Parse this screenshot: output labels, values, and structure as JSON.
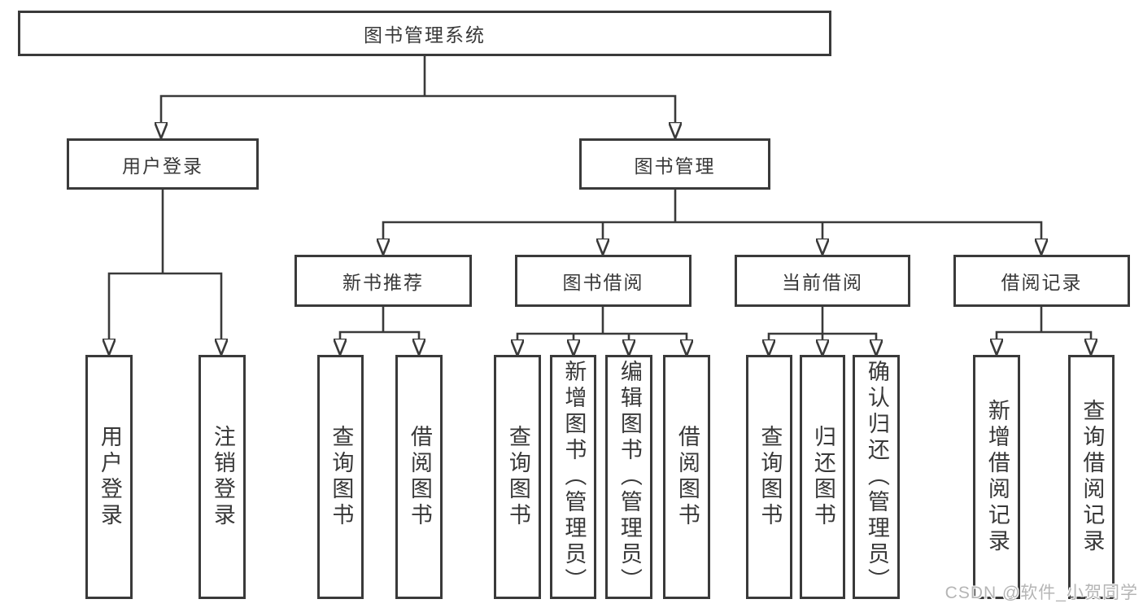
{
  "diagram": {
    "root": {
      "label": "图书管理系统"
    },
    "level2": {
      "user_login": {
        "label": "用户登录"
      },
      "book_mgmt": {
        "label": "图书管理"
      }
    },
    "level3": {
      "new_book_rec": {
        "label": "新书推荐"
      },
      "book_borrow": {
        "label": "图书借阅"
      },
      "current_borrow": {
        "label": "当前借阅"
      },
      "borrow_records": {
        "label": "借阅记录"
      }
    },
    "leaves": {
      "user_login": {
        "label": "用户登录"
      },
      "logout": {
        "label": "注销登录"
      },
      "rec_query_book": {
        "label": "查询图书"
      },
      "rec_borrow_book": {
        "label": "借阅图书"
      },
      "bb_query_book": {
        "label": "查询图书"
      },
      "bb_add_book": {
        "label": "新增图书（管理员）"
      },
      "bb_edit_book": {
        "label": "编辑图书（管理员）"
      },
      "bb_borrow_book": {
        "label": "借阅图书"
      },
      "cb_query_book": {
        "label": "查询图书"
      },
      "cb_return_book": {
        "label": "归还图书"
      },
      "cb_confirm_return": {
        "label": "确认归还（管理员）"
      },
      "br_add_record": {
        "label": "新增借阅记录"
      },
      "br_query_record": {
        "label": "查询借阅记录"
      }
    },
    "watermark": "CSDN @软件_小贺同学",
    "colors": {
      "line": "#3a3a3a",
      "text": "#383838",
      "background": "#ffffff",
      "watermark": "#b5b5b5"
    }
  }
}
